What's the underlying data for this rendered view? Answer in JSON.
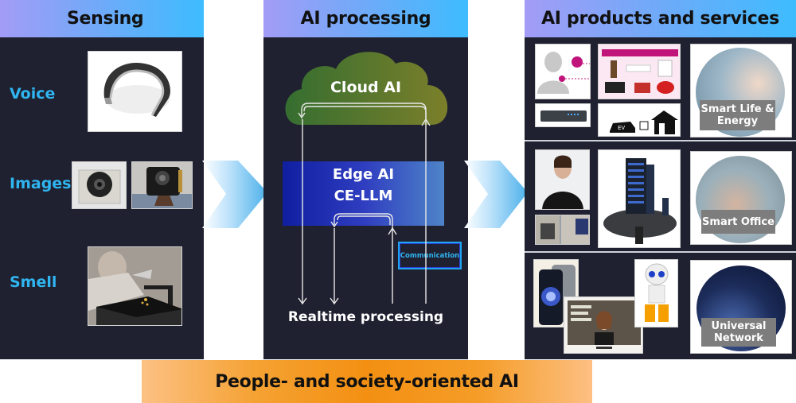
{
  "columns": {
    "sensing": {
      "title": "Sensing",
      "items": [
        {
          "label": "Voice",
          "image": "neck-speaker-image"
        },
        {
          "label": "Images",
          "image": "camera-module-images"
        },
        {
          "label": "Smell",
          "image": "odor-sensor-image"
        }
      ]
    },
    "processing": {
      "title": "AI processing",
      "cloud_label": "Cloud AI",
      "edge_label_1": "Edge AI",
      "edge_label_2": "CE-LLM",
      "communication_label": "Communication",
      "realtime_label": "Realtime processing"
    },
    "products": {
      "title": "AI products and services",
      "rows": [
        {
          "label_line1": "Smart Life &",
          "label_line2": "Energy",
          "images": [
            "voice-assistant-diagram",
            "home-appliances",
            "router-device",
            "ev-v2h-home"
          ]
        },
        {
          "label_line1": "Smart Office",
          "label_line2": "",
          "images": [
            "ai-avatar-person",
            "warehouse-photos",
            "smart-building-model"
          ]
        },
        {
          "label_line1": "Universal",
          "label_line2": "Network",
          "images": [
            "smartphone",
            "tv-ai-avatar",
            "robot-phone"
          ]
        }
      ]
    }
  },
  "footer": {
    "label": "People- and society-oriented AI"
  },
  "colors": {
    "panel_bg": "#1f2030",
    "header_gradient_start": "#a39cf6",
    "header_gradient_end": "#3ebcff",
    "sense_label": "#2fb5f0",
    "cloud_green": "#3f7a35",
    "cloud_olive": "#7a7f2a",
    "edge_blue": "#0f1fa0",
    "footer_orange": "#f39012"
  }
}
